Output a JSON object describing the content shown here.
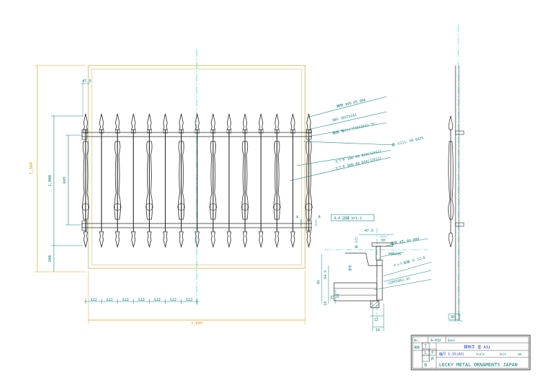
{
  "colors": {
    "ink": "#222222",
    "teal": "#0b7a7a",
    "cyan": "#19c8d8",
    "gold": "#d8a020",
    "frame": "#d9c98a",
    "blue": "#2040c0"
  },
  "dimensions": {
    "top_offset": "47.5",
    "total_height": "1,580",
    "fence_height": "1,000",
    "rail_spacing": "665",
    "bottom_gap": "200",
    "picket_pitch": [
      "122",
      "122",
      "122",
      "122",
      "122",
      "122",
      "122"
    ],
    "total_width": "1,040"
  },
  "leaders": [
    "鋳物 009 05 000",
    "60G 10X7X161",
    "鋳鉄 角パイプ35X35X2.3t",
    "たて子 180 40 024(12X12)",
    "たて子 000 40 034(12X12)",
    "鉄 小口レ FB 6X25"
  ],
  "section_markers": [
    "A",
    "A"
  ],
  "detail": {
    "title": "A-A 詳細 S=1:2",
    "dims": [
      "47.5",
      "30",
      "86",
      "64.5",
      "10",
      "75",
      "10",
      "12",
      "18"
    ],
    "notes": [
      "鋳物-4石 04 000",
      "FB6X35",
      "ナット溶接 ス 12-6",
      "□19X19X2.3t",
      "参考",
      "鉄 小口"
    ]
  },
  "side_view": {
    "dims": [
      "80"
    ]
  },
  "title_block": {
    "drawing_no_label": "No.",
    "drawing_no": "A-032",
    "date_label": "Date",
    "name": "鋳物手 富 A32",
    "scale": "縮尺 1:15(A3)",
    "scale_label": "Scale",
    "unit_label": "Unit",
    "unit": "mm",
    "kind_label": "種類",
    "marks": [
      "T",
      "L",
      "F",
      "R",
      "B"
    ],
    "company": "LECKY METAL ORNAMENTS JAPAN"
  }
}
